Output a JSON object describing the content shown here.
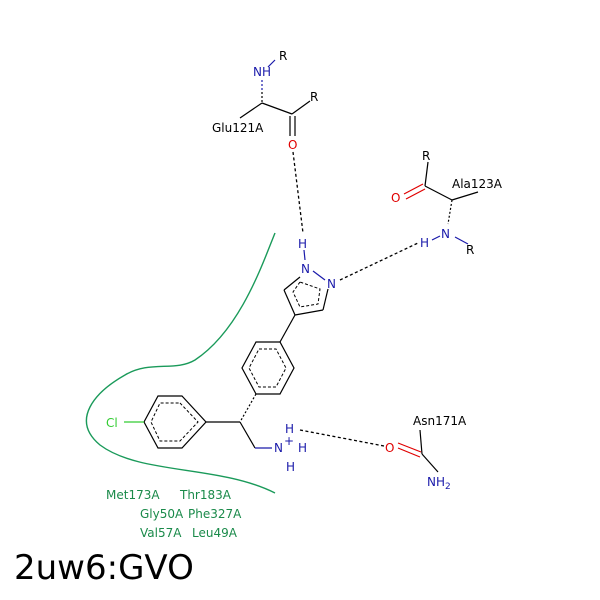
{
  "title": "2uw6:GVO",
  "residues": {
    "glu": "Glu121A",
    "ala": "Ala123A",
    "asn": "Asn171A"
  },
  "atoms": {
    "glu_R1": "R",
    "glu_R2": "R",
    "glu_NH": "NH",
    "glu_O": "O",
    "ala_R1": "R",
    "ala_R2": "R",
    "ala_O": "O",
    "ala_H": "H",
    "ala_N": "N",
    "pyr_H": "H",
    "pyr_N1": "N",
    "pyr_N2": "N",
    "cl": "Cl",
    "ammonium_H1": "H",
    "ammonium_N": "N",
    "ammonium_plus": "+",
    "ammonium_H2": "H",
    "ammonium_H3": "H",
    "asn_O": "O",
    "asn_N": "NH",
    "asn_sub": "2"
  },
  "hydrophobic": [
    "Met173A",
    "Thr183A",
    "Gly50A",
    "Phe327A",
    "Val57A",
    "Leu49A"
  ],
  "colors": {
    "nitrogen": "#1a1aaa",
    "oxygen": "#e00000",
    "chlorine": "#33cc33",
    "hydrophobic": "#1a8a4a"
  }
}
